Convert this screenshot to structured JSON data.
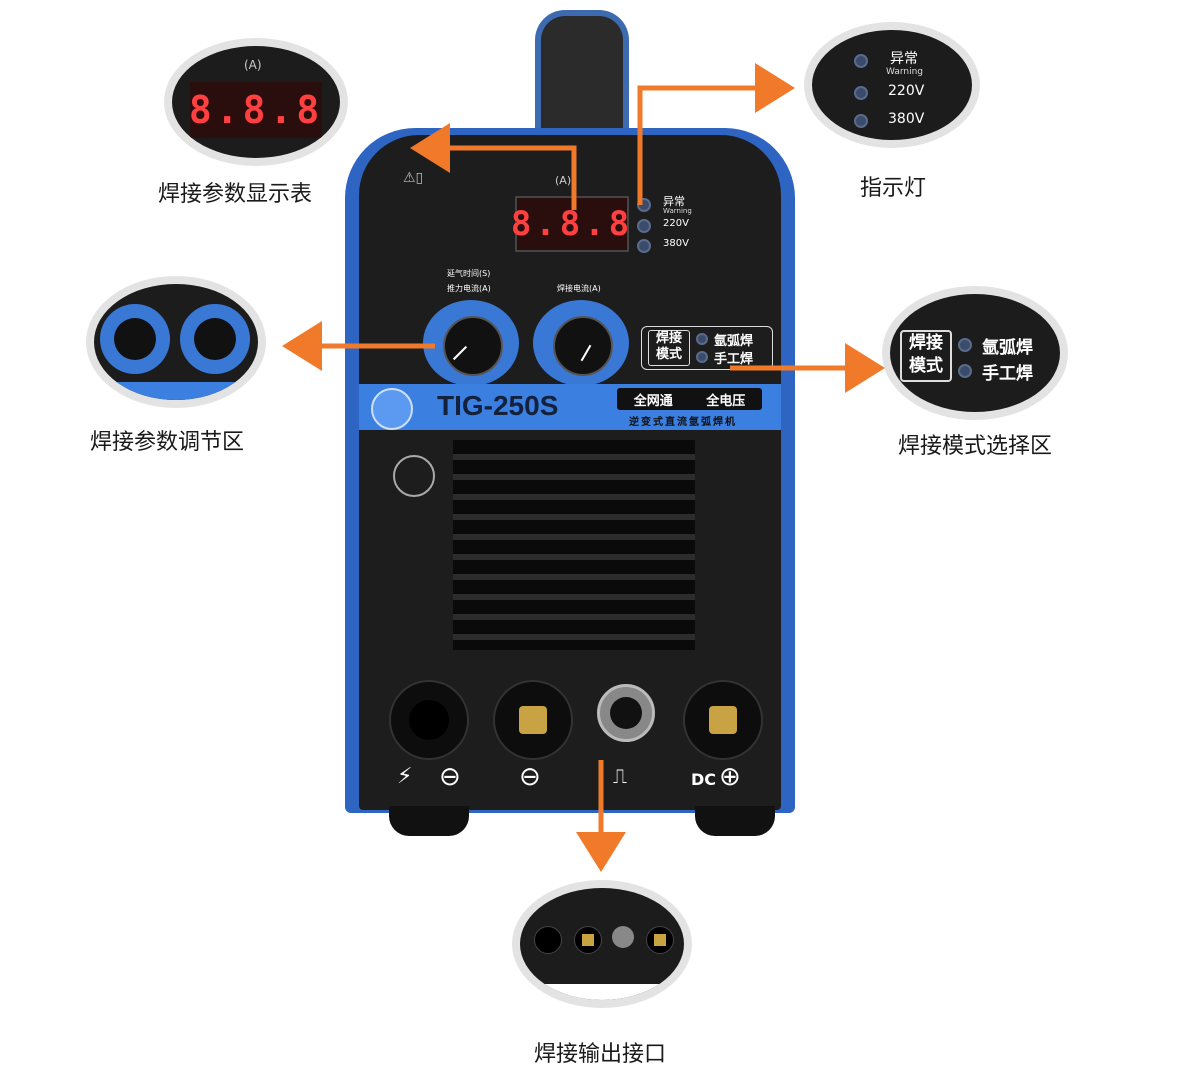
{
  "callouts": {
    "display": "焊接参数显示表",
    "indicator": "指示灯",
    "adjust": "焊接参数调节区",
    "mode": "焊接模式选择区",
    "output": "焊接输出接口"
  },
  "panel": {
    "amp_unit": "(A)",
    "display_digits": "8.8.8",
    "led_warning": "异常",
    "led_warning_en": "Warning",
    "led_220": "220V",
    "led_380": "380V",
    "knob_left_label_1": "延气时间(S)",
    "knob_left_label_2": "推力电流(A)",
    "knob_right_label": "焊接电流(A)",
    "mode_label_1": "焊接",
    "mode_label_2": "模式",
    "mode_tig": "氩弧焊",
    "mode_mma": "手工焊",
    "model": "TIG-250S",
    "badge_1": "全网通",
    "badge_2": "全电压",
    "subtitle": "逆变式直流氩弧焊机",
    "port_dc": "DC"
  },
  "colors": {
    "arrow": "#f07a2a",
    "body": "#1b1b1b",
    "accent_blue": "#2f6fd0"
  }
}
